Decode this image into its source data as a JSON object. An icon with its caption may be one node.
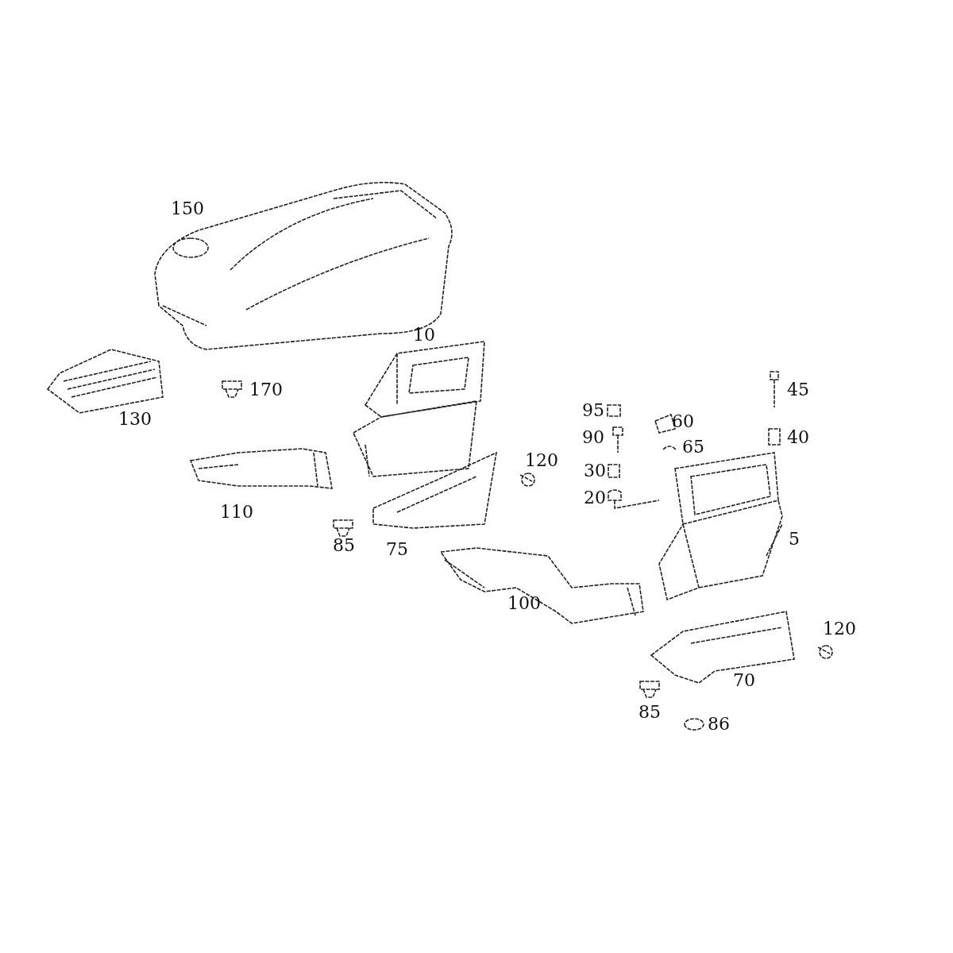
{
  "diagram": {
    "labels": [
      "150",
      "10",
      "170",
      "130",
      "45",
      "95",
      "60",
      "90",
      "65",
      "40",
      "120",
      "30",
      "110",
      "20",
      "5",
      "85",
      "75",
      "100",
      "120",
      "70",
      "85",
      "86"
    ]
  }
}
